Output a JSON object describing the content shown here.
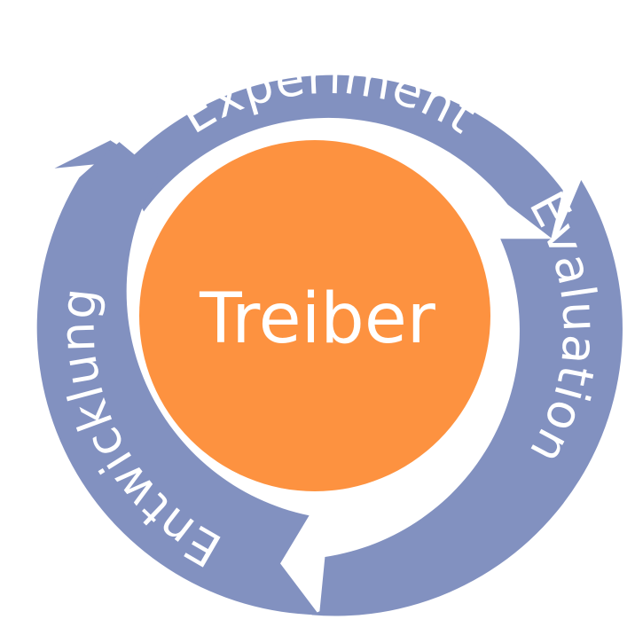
{
  "center": {
    "label": "Treiber",
    "fill": "#FD9240",
    "text_color": "#FFFFFF"
  },
  "segments": [
    {
      "label": "Experiment"
    },
    {
      "label": "Evaluation"
    },
    {
      "label": "Entwicklung"
    }
  ],
  "colors": {
    "segment_fill": "#8291C0",
    "segment_text": "#FFFFFF",
    "background": "#FFFFFF"
  }
}
